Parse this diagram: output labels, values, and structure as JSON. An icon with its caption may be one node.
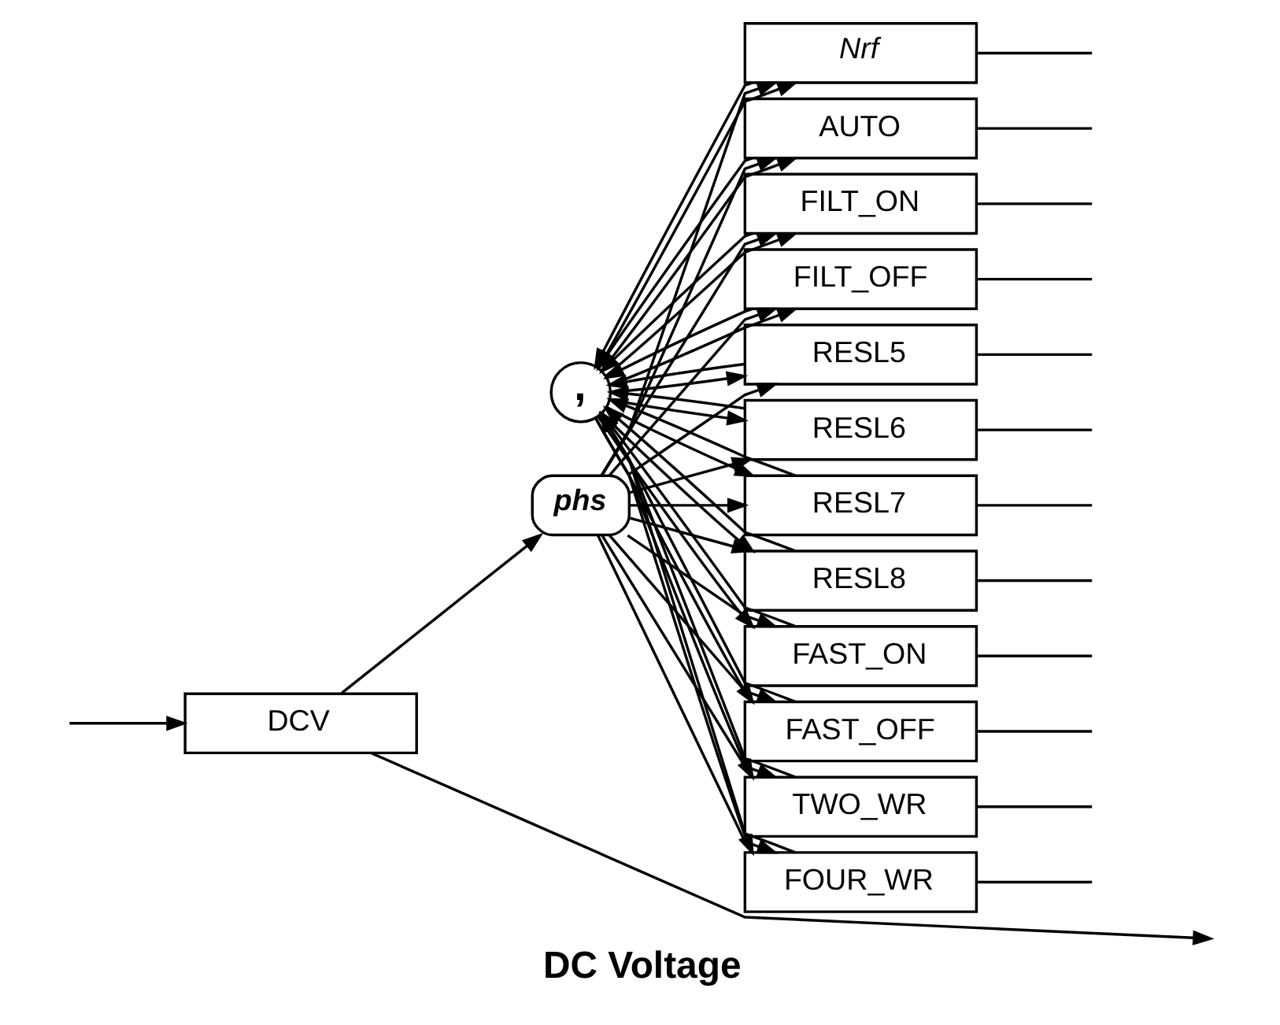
{
  "diagram": {
    "caption": "DC Voltage",
    "nodes": [
      {
        "text": [
          "DCV"
        ]
      },
      {
        "text": [
          "phs"
        ]
      },
      {
        "text": [
          ","
        ]
      },
      {
        "text": [
          "Nrf"
        ]
      },
      {
        "text": [
          "AUTO"
        ]
      },
      {
        "text": [
          "FILT_ON"
        ]
      },
      {
        "text": [
          "FILT_OFF"
        ]
      },
      {
        "text": [
          "RESL5"
        ]
      },
      {
        "text": [
          "RESL6"
        ]
      },
      {
        "text": [
          "RESL7"
        ]
      },
      {
        "text": [
          "RESL8"
        ]
      },
      {
        "text": [
          "FAST_ON"
        ]
      },
      {
        "text": [
          "FAST_OFF"
        ]
      },
      {
        "text": [
          "TWO_WR"
        ]
      },
      {
        "text": [
          "FOUR_WR"
        ]
      }
    ],
    "edges": [
      {
        "from": 0,
        "to": null,
        "arrow": "to"
      },
      {
        "from": 0,
        "to": 1,
        "arrow": "to"
      },
      {
        "from": null,
        "to": 0,
        "arrow": "to"
      },
      {
        "from": 1,
        "to": 3,
        "arrow": "to"
      },
      {
        "from": 1,
        "to": 4,
        "arrow": "to"
      },
      {
        "from": 1,
        "to": 5,
        "arrow": "to"
      },
      {
        "from": 1,
        "to": 6,
        "arrow": "to"
      },
      {
        "from": 1,
        "to": 7,
        "arrow": "to"
      },
      {
        "from": 1,
        "to": 8,
        "arrow": "to"
      },
      {
        "from": 1,
        "to": 9,
        "arrow": "to"
      },
      {
        "from": 1,
        "to": 10,
        "arrow": "to"
      },
      {
        "from": 1,
        "to": 11,
        "arrow": "to"
      },
      {
        "from": 1,
        "to": 12,
        "arrow": "to"
      },
      {
        "from": 1,
        "to": 13,
        "arrow": "to"
      },
      {
        "from": 1,
        "to": 14,
        "arrow": "to"
      },
      {
        "from": 3,
        "to": 2,
        "arrow": "to"
      },
      {
        "from": 4,
        "to": 2,
        "arrow": "to"
      },
      {
        "from": 5,
        "to": 2,
        "arrow": "to"
      },
      {
        "from": 6,
        "to": 2,
        "arrow": "to"
      },
      {
        "from": 7,
        "to": 2,
        "arrow": "to"
      },
      {
        "from": 8,
        "to": 2,
        "arrow": "to"
      },
      {
        "from": 9,
        "to": 2,
        "arrow": "to"
      },
      {
        "from": 10,
        "to": 2,
        "arrow": "to"
      },
      {
        "from": 11,
        "to": 2,
        "arrow": "to"
      },
      {
        "from": 12,
        "to": 2,
        "arrow": "to"
      },
      {
        "from": 13,
        "to": 2,
        "arrow": "to"
      },
      {
        "from": 14,
        "to": 2,
        "arrow": "to"
      },
      {
        "from": 2,
        "to": 3,
        "arrow": "to"
      },
      {
        "from": 2,
        "to": 4,
        "arrow": "to"
      },
      {
        "from": 2,
        "to": 5,
        "arrow": "to"
      },
      {
        "from": 2,
        "to": 6,
        "arrow": "to"
      },
      {
        "from": 2,
        "to": 7,
        "arrow": "to"
      },
      {
        "from": 2,
        "to": 8,
        "arrow": "to"
      },
      {
        "from": 2,
        "to": 9,
        "arrow": "to"
      },
      {
        "from": 2,
        "to": 10,
        "arrow": "to"
      },
      {
        "from": 2,
        "to": 11,
        "arrow": "to"
      },
      {
        "from": 2,
        "to": 12,
        "arrow": "to"
      },
      {
        "from": 2,
        "to": 13,
        "arrow": "to"
      },
      {
        "from": 2,
        "to": 14,
        "arrow": "to"
      },
      {
        "from": 3,
        "to": null,
        "arrow": "none"
      },
      {
        "from": 4,
        "to": null,
        "arrow": "none"
      },
      {
        "from": 5,
        "to": null,
        "arrow": "none"
      },
      {
        "from": 6,
        "to": null,
        "arrow": "none"
      },
      {
        "from": 7,
        "to": null,
        "arrow": "none"
      },
      {
        "from": 8,
        "to": null,
        "arrow": "none"
      },
      {
        "from": 9,
        "to": null,
        "arrow": "none"
      },
      {
        "from": 10,
        "to": null,
        "arrow": "none"
      },
      {
        "from": 11,
        "to": null,
        "arrow": "none"
      },
      {
        "from": 12,
        "to": null,
        "arrow": "none"
      },
      {
        "from": 13,
        "to": null,
        "arrow": "none"
      },
      {
        "from": 14,
        "to": null,
        "arrow": "none"
      }
    ]
  }
}
